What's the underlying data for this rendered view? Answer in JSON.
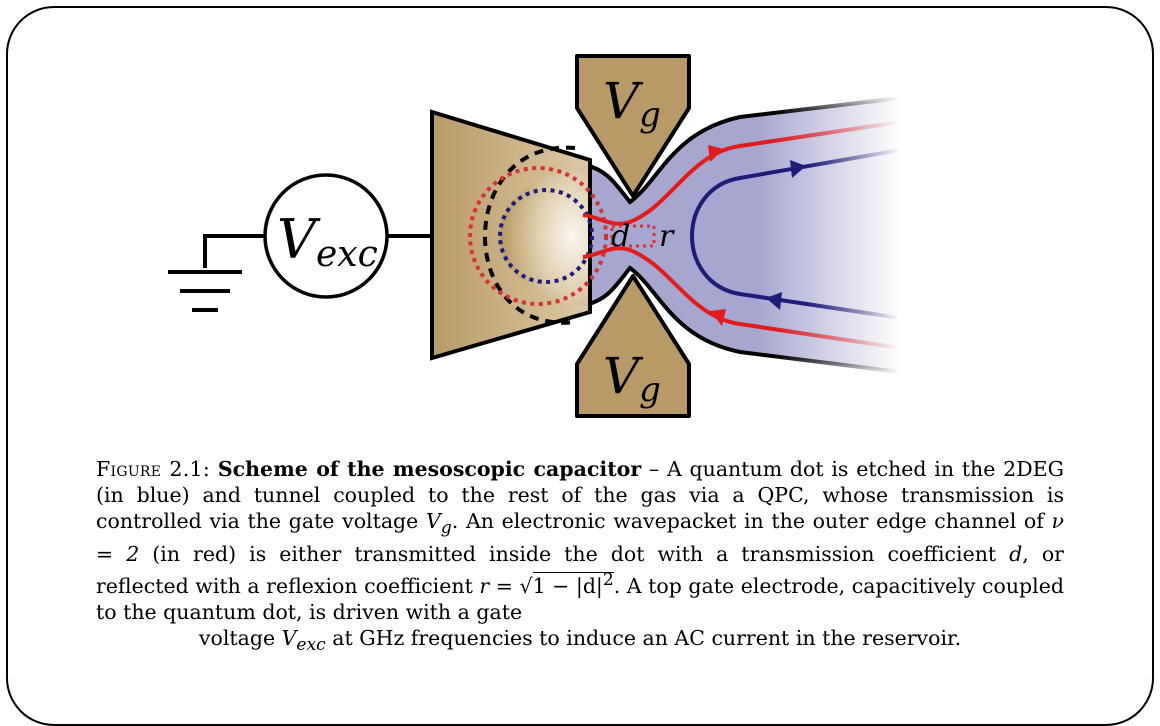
{
  "diagram": {
    "source_label": "V",
    "source_subscript": "exc",
    "gate_label": "V",
    "gate_subscript": "g",
    "transmission_label": "d",
    "reflection_label": "r",
    "colors": {
      "gate_fill": "#b99a66",
      "gas_fill": "#a7a6d0",
      "outer_channel": "#e31b1b",
      "inner_channel": "#1f1c77",
      "contour": "#000000"
    }
  },
  "caption": {
    "figure_label": "Figure 2.1:",
    "title": "Scheme of the mesoscopic capacitor",
    "dash": " – ",
    "t1": "A quantum dot is etched in the 2DEG (in blue) and tunnel coupled to the rest of the gas via a QPC, whose transmission is controlled via the gate voltage ",
    "vg_v": "V",
    "vg_sub": "g",
    "t2": ". An electronic wavepacket in the outer edge channel of ",
    "nu": "ν = 2",
    "t3": " (in red) is either transmitted inside the dot with a transmission coefficient ",
    "d": "d",
    "t4": ", or reflected with a reflexion coefficient ",
    "r_eq": "r = ",
    "sqrt_arg": "1 − |d|",
    "sqrt_exp": "2",
    "t5": ". A top gate electrode, capacitively coupled to the quantum dot, is driven with a gate",
    "t6": "voltage ",
    "vexc_v": "V",
    "vexc_sub": "exc",
    "t7": " at GHz frequencies to induce an AC current in the reservoir."
  }
}
